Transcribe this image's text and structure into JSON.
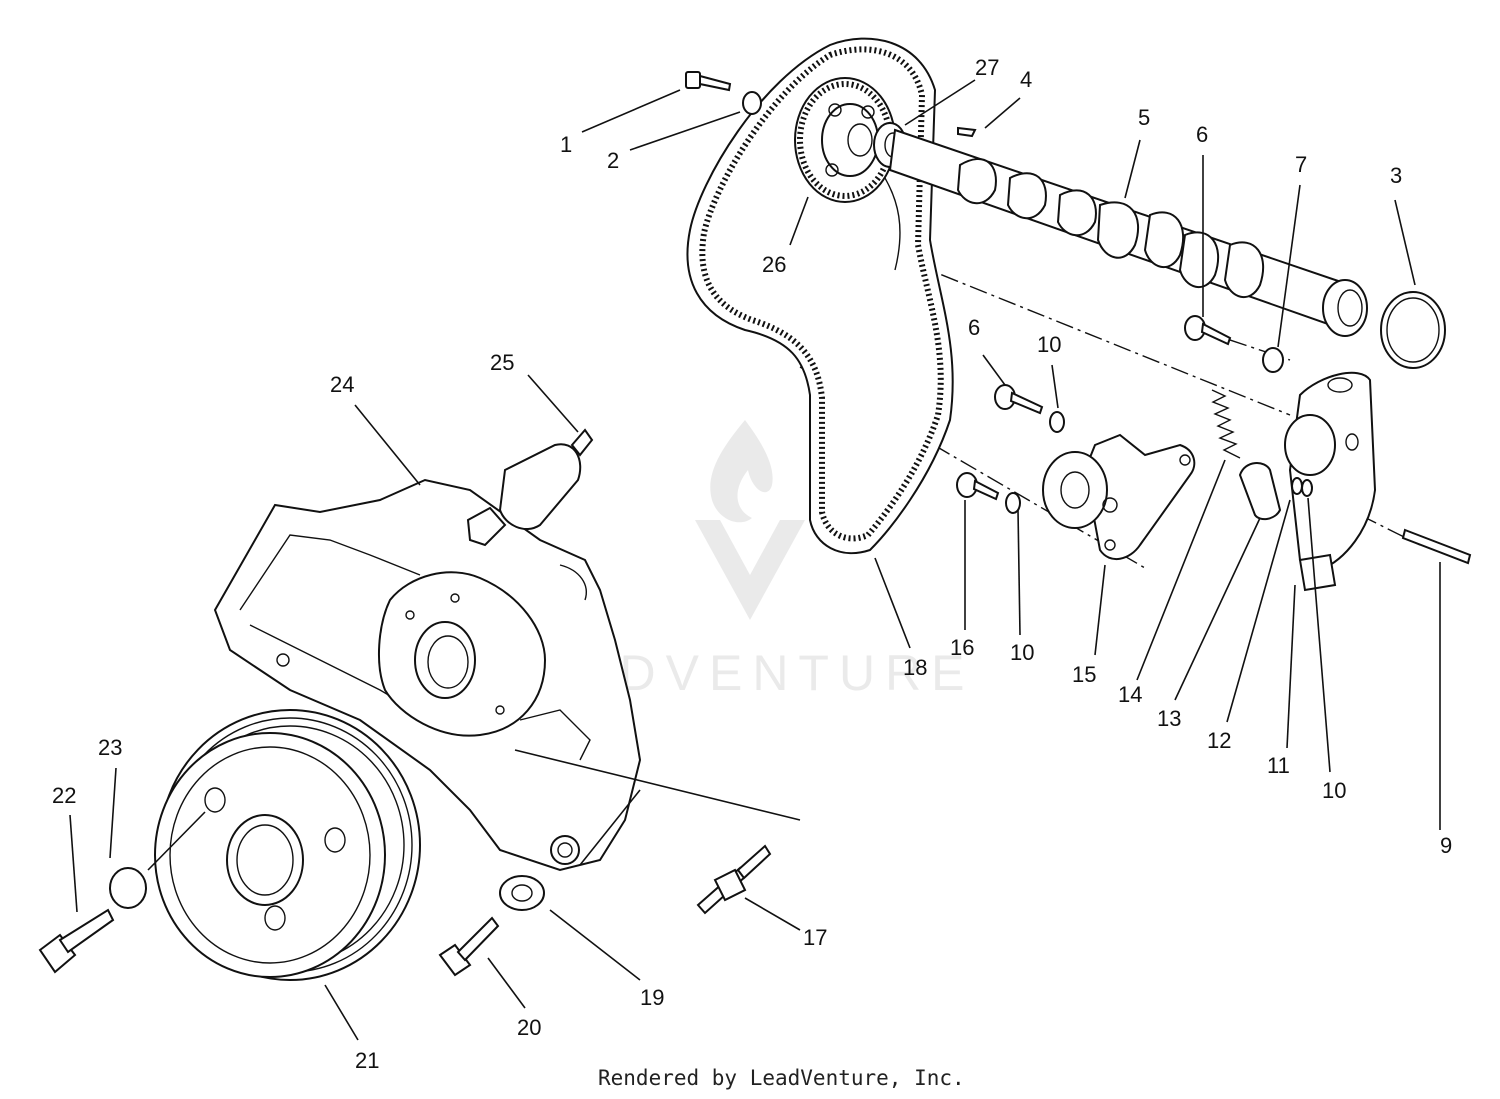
{
  "callouts": [
    {
      "id": "c1",
      "text": "1"
    },
    {
      "id": "c2",
      "text": "2"
    },
    {
      "id": "c3",
      "text": "3"
    },
    {
      "id": "c4",
      "text": "4"
    },
    {
      "id": "c5",
      "text": "5"
    },
    {
      "id": "c6a",
      "text": "6"
    },
    {
      "id": "c6b",
      "text": "6"
    },
    {
      "id": "c7",
      "text": "7"
    },
    {
      "id": "c9",
      "text": "9"
    },
    {
      "id": "c10a",
      "text": "10"
    },
    {
      "id": "c10b",
      "text": "10"
    },
    {
      "id": "c10c",
      "text": "10"
    },
    {
      "id": "c11",
      "text": "11"
    },
    {
      "id": "c12",
      "text": "12"
    },
    {
      "id": "c13",
      "text": "13"
    },
    {
      "id": "c14",
      "text": "14"
    },
    {
      "id": "c15",
      "text": "15"
    },
    {
      "id": "c16",
      "text": "16"
    },
    {
      "id": "c17",
      "text": "17"
    },
    {
      "id": "c18",
      "text": "18"
    },
    {
      "id": "c19",
      "text": "19"
    },
    {
      "id": "c20",
      "text": "20"
    },
    {
      "id": "c21",
      "text": "21"
    },
    {
      "id": "c22",
      "text": "22"
    },
    {
      "id": "c23",
      "text": "23"
    },
    {
      "id": "c24",
      "text": "24"
    },
    {
      "id": "c25",
      "text": "25"
    },
    {
      "id": "c26",
      "text": "26"
    },
    {
      "id": "c27",
      "text": "27"
    }
  ],
  "watermark_text": "LEADVENTURE",
  "footer": "Rendered by LeadVenture, Inc."
}
